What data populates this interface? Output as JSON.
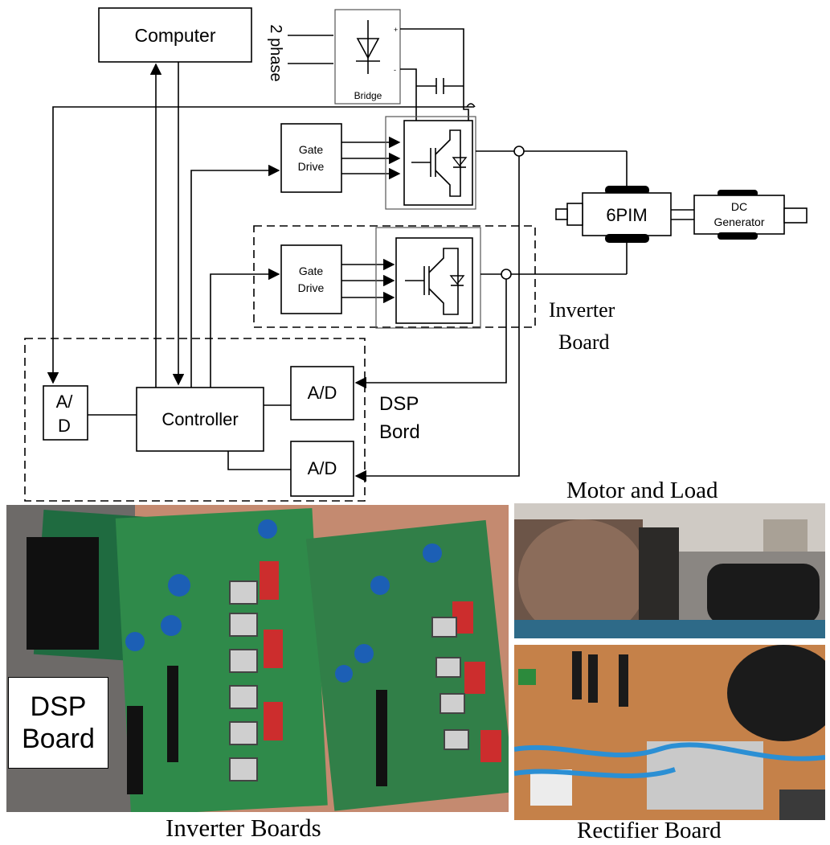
{
  "diagram": {
    "computer": "Computer",
    "two_phase": "2 phase",
    "bridge": "Bridge",
    "gate_drive_1_line1": "Gate",
    "gate_drive_1_line2": "Drive",
    "gate_drive_2_line1": "Gate",
    "gate_drive_2_line2": "Drive",
    "motor": "6PIM",
    "dc_gen_line1": "DC",
    "dc_gen_line2": "Generator",
    "inverter_board_line1": "Inverter",
    "inverter_board_line2": "Board",
    "dsp_board_line1": "DSP",
    "dsp_board_line2": "Bord",
    "ad_left_line1": "A/",
    "ad_left_line2": "D",
    "ad_top": "A/D",
    "ad_bottom": "A/D",
    "controller": "Controller"
  },
  "photos": {
    "inverter_caption": "Inverter Boards",
    "dsp_label_line1": "DSP",
    "dsp_label_line2": "Board",
    "motor_caption": "Motor and Load",
    "rectifier_caption": "Rectifier Board"
  }
}
